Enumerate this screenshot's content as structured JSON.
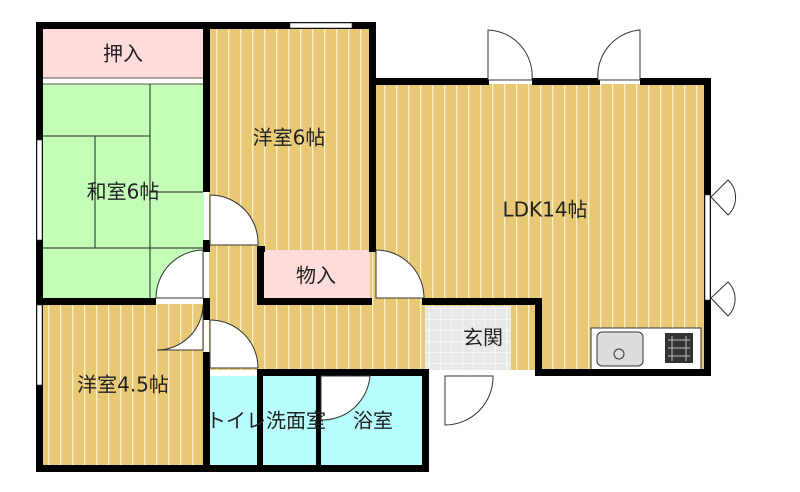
{
  "rooms": {
    "oshiire": "押入",
    "washitsu": "和室6帖",
    "yoshitsu6": "洋室6帖",
    "ldk": "LDK14帖",
    "monoire": "物入",
    "genkan": "玄関",
    "yoshitsu45": "洋室4.5帖",
    "toilet_washroom": "トイレ洗面室",
    "bath": "浴室"
  },
  "colors": {
    "closet": "#ffdcdc",
    "tatami": "#c3fdb8",
    "wood": "#e8c872",
    "wet": "#b8fdfd",
    "genkan": "#e6e6e6"
  }
}
